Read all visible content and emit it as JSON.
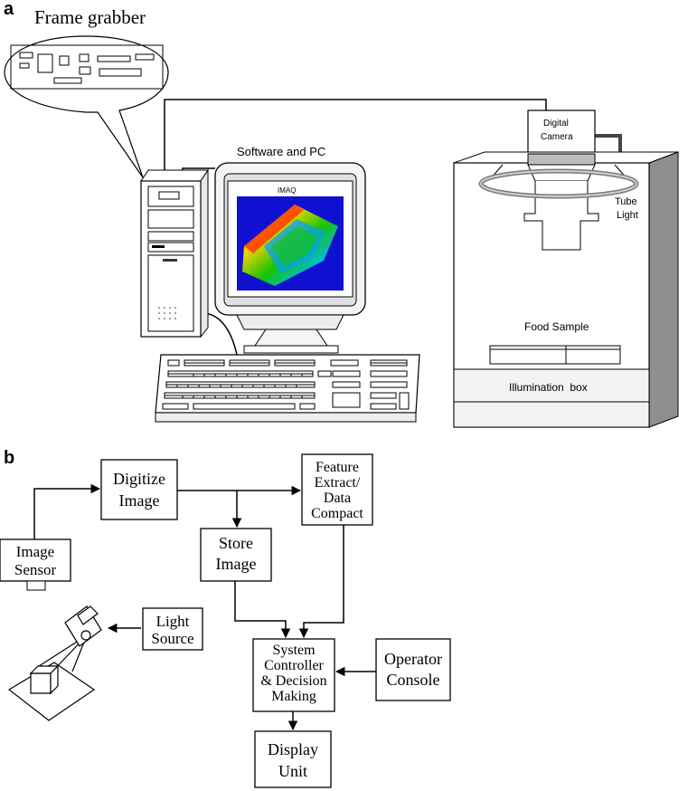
{
  "panel_a": {
    "letter": "a",
    "frame_grabber_label": "Frame grabber",
    "software_pc_label": "Software and PC",
    "monitor_label": "IMAQ",
    "camera_label_line1": "Digital",
    "camera_label_line2": "Camera",
    "tube_light_line1": "Tube",
    "tube_light_line2": "Light",
    "food_sample_label": "Food Sample",
    "illumination_box_label": "Illumination  box"
  },
  "panel_b": {
    "letter": "b",
    "digitize_line1": "Digitize",
    "digitize_line2": "Image",
    "feature_line1": "Feature",
    "feature_line2": "Extract/",
    "feature_line3": "Data",
    "feature_line4": "Compact",
    "store_line1": "Store",
    "store_line2": "Image",
    "sensor_line1": "Image",
    "sensor_line2": "Sensor",
    "light_line1": "Light",
    "light_line2": "Source",
    "system_line1": "System",
    "system_line2": "Controller",
    "system_line3": "& Decision",
    "system_line4": "Making",
    "operator_line1": "Operator",
    "operator_line2": "Console",
    "display_line1": "Display",
    "display_line2": "Unit"
  }
}
